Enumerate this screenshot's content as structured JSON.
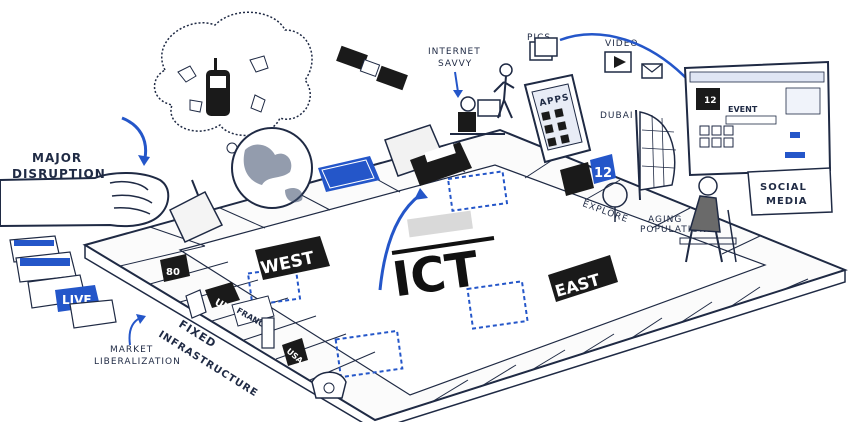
{
  "labels": {
    "major_disruption": [
      "MAJOR",
      "DISRUPTION"
    ],
    "internet_savvy": [
      "INTERNET",
      "SAVVY"
    ],
    "pics": "PICS",
    "video": "VIDEO",
    "apps": "APPS",
    "dubai": "DUBAI",
    "social_media": [
      "SOCIAL",
      "MEDIA"
    ],
    "explore": "EXPLORE",
    "aging_populations": [
      "AGING",
      "POPULATIONS"
    ],
    "market_liberalization": [
      "MARKET",
      "LIBERALIZATION"
    ],
    "fixed_infrastructure": [
      "FIXED",
      "INFRASTRUCTURE"
    ],
    "west": "WEST",
    "east": "EAST",
    "ict": "ICT",
    "uk": "UK",
    "france": "FRANCE",
    "usa": "USA",
    "live": "LIVE",
    "event": "EVENT",
    "number_12": "12",
    "number_80": "80"
  },
  "colors": {
    "ink": "#1f2a44",
    "accent_blue": "#2456c9",
    "board_fill": "#fbfbfb",
    "tile_black": "#1a1a1a"
  },
  "icons": [
    "satellite-icon",
    "mobile-phone-icon",
    "globe-icon",
    "laptop-icon",
    "smartphone-icon",
    "flag-icon",
    "elderly-person-icon",
    "fist-icon",
    "email-icon",
    "play-icon"
  ]
}
